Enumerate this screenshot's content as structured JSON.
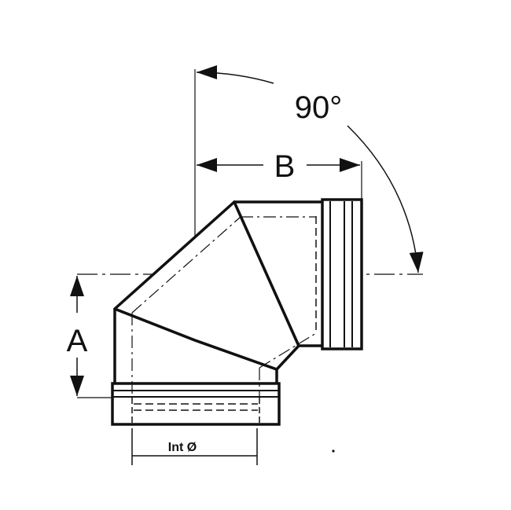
{
  "diagram": {
    "labels": {
      "angle": "90°",
      "dim_a": "A",
      "dim_b": "B",
      "internal_diameter": "Int Ø"
    }
  }
}
